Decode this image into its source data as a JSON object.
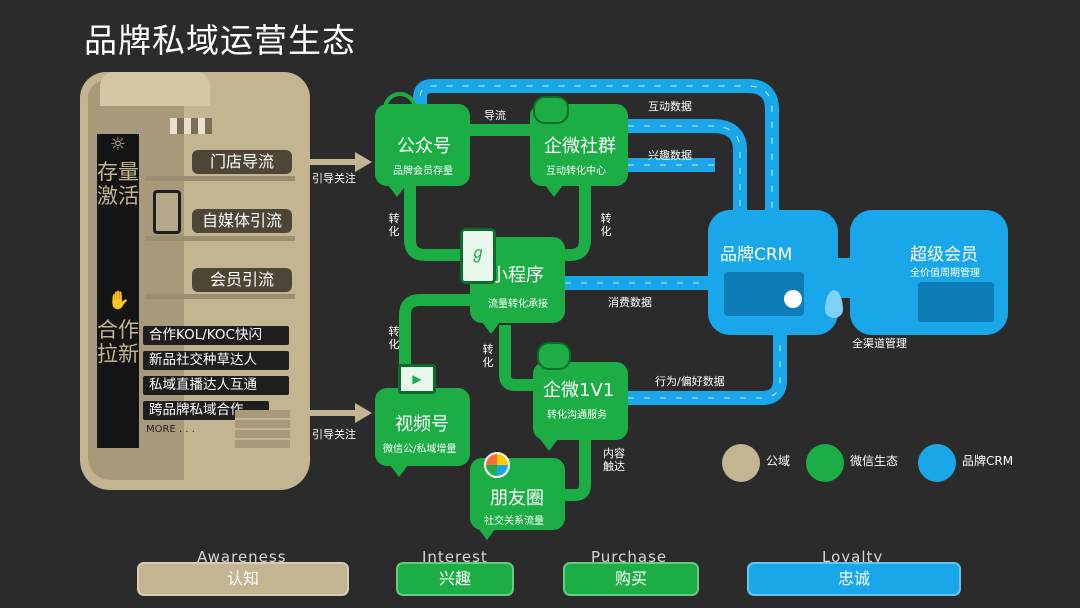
{
  "page": {
    "title": "品牌私域运营生态"
  },
  "colors": {
    "public_domain": "#c3b492",
    "wechat_ecosystem": "#1cae45",
    "brand_crm": "#1aa7ea",
    "background": "#2b2b2b"
  },
  "store": {
    "vertical_top": "存量激活",
    "vertical_bottom": "合作拉新",
    "pills": [
      "门店导流",
      "自媒体引流",
      "会员引流"
    ],
    "strips": [
      "合作KOL/KOC快闪",
      "新品社交种草达人",
      "私域直播达人互通",
      "跨品牌私域合作"
    ],
    "more": "MORE . . .",
    "icons": [
      "bulb-icon",
      "phone-icon",
      "handshake-icon",
      "stairs-icon"
    ]
  },
  "annotations": {
    "guide_follow_top": "引导关注",
    "guide_follow_bottom": "引导关注",
    "divert": "导流",
    "interaction_data": "互动数据",
    "interest_data": "兴趣数据",
    "convert_left": "转化",
    "convert_right": "转化",
    "convert_mid": "转化",
    "convert_low": "转化",
    "consume_data": "消费数据",
    "behavior_data": "行为/偏好数据",
    "omni_channel": "全渠道管理",
    "content_touch": "内容触达"
  },
  "nodes": {
    "official_account": {
      "title": "公众号",
      "subtitle": "品牌会员存量"
    },
    "wecom_group": {
      "title": "企微社群",
      "subtitle": "互动转化中心"
    },
    "mini_program": {
      "title": "小程序",
      "subtitle": "流量转化承接"
    },
    "wecom_1v1": {
      "title": "企微1V1",
      "subtitle": "转化沟通服务"
    },
    "channels": {
      "title": "视频号",
      "subtitle": "微信公/私域增量"
    },
    "moments": {
      "title": "朋友圈",
      "subtitle": "社交关系流量"
    },
    "crm": {
      "title": "品牌CRM"
    },
    "super_member": {
      "title": "超级会员",
      "subtitle": "全价值周期管理"
    }
  },
  "legend": [
    {
      "label": "公域",
      "color": "#c3b492"
    },
    {
      "label": "微信生态",
      "color": "#1cae45"
    },
    {
      "label": "品牌CRM",
      "color": "#1aa7ea"
    }
  ],
  "stages": [
    {
      "en": "Awareness",
      "cn": "认知",
      "color": "#c3b492"
    },
    {
      "en": "Interest",
      "cn": "兴趣",
      "color": "#1cae45"
    },
    {
      "en": "Purchase",
      "cn": "购买",
      "color": "#1cae45"
    },
    {
      "en": "Loyalty",
      "cn": "忠诚",
      "color": "#1aa7ea"
    }
  ]
}
